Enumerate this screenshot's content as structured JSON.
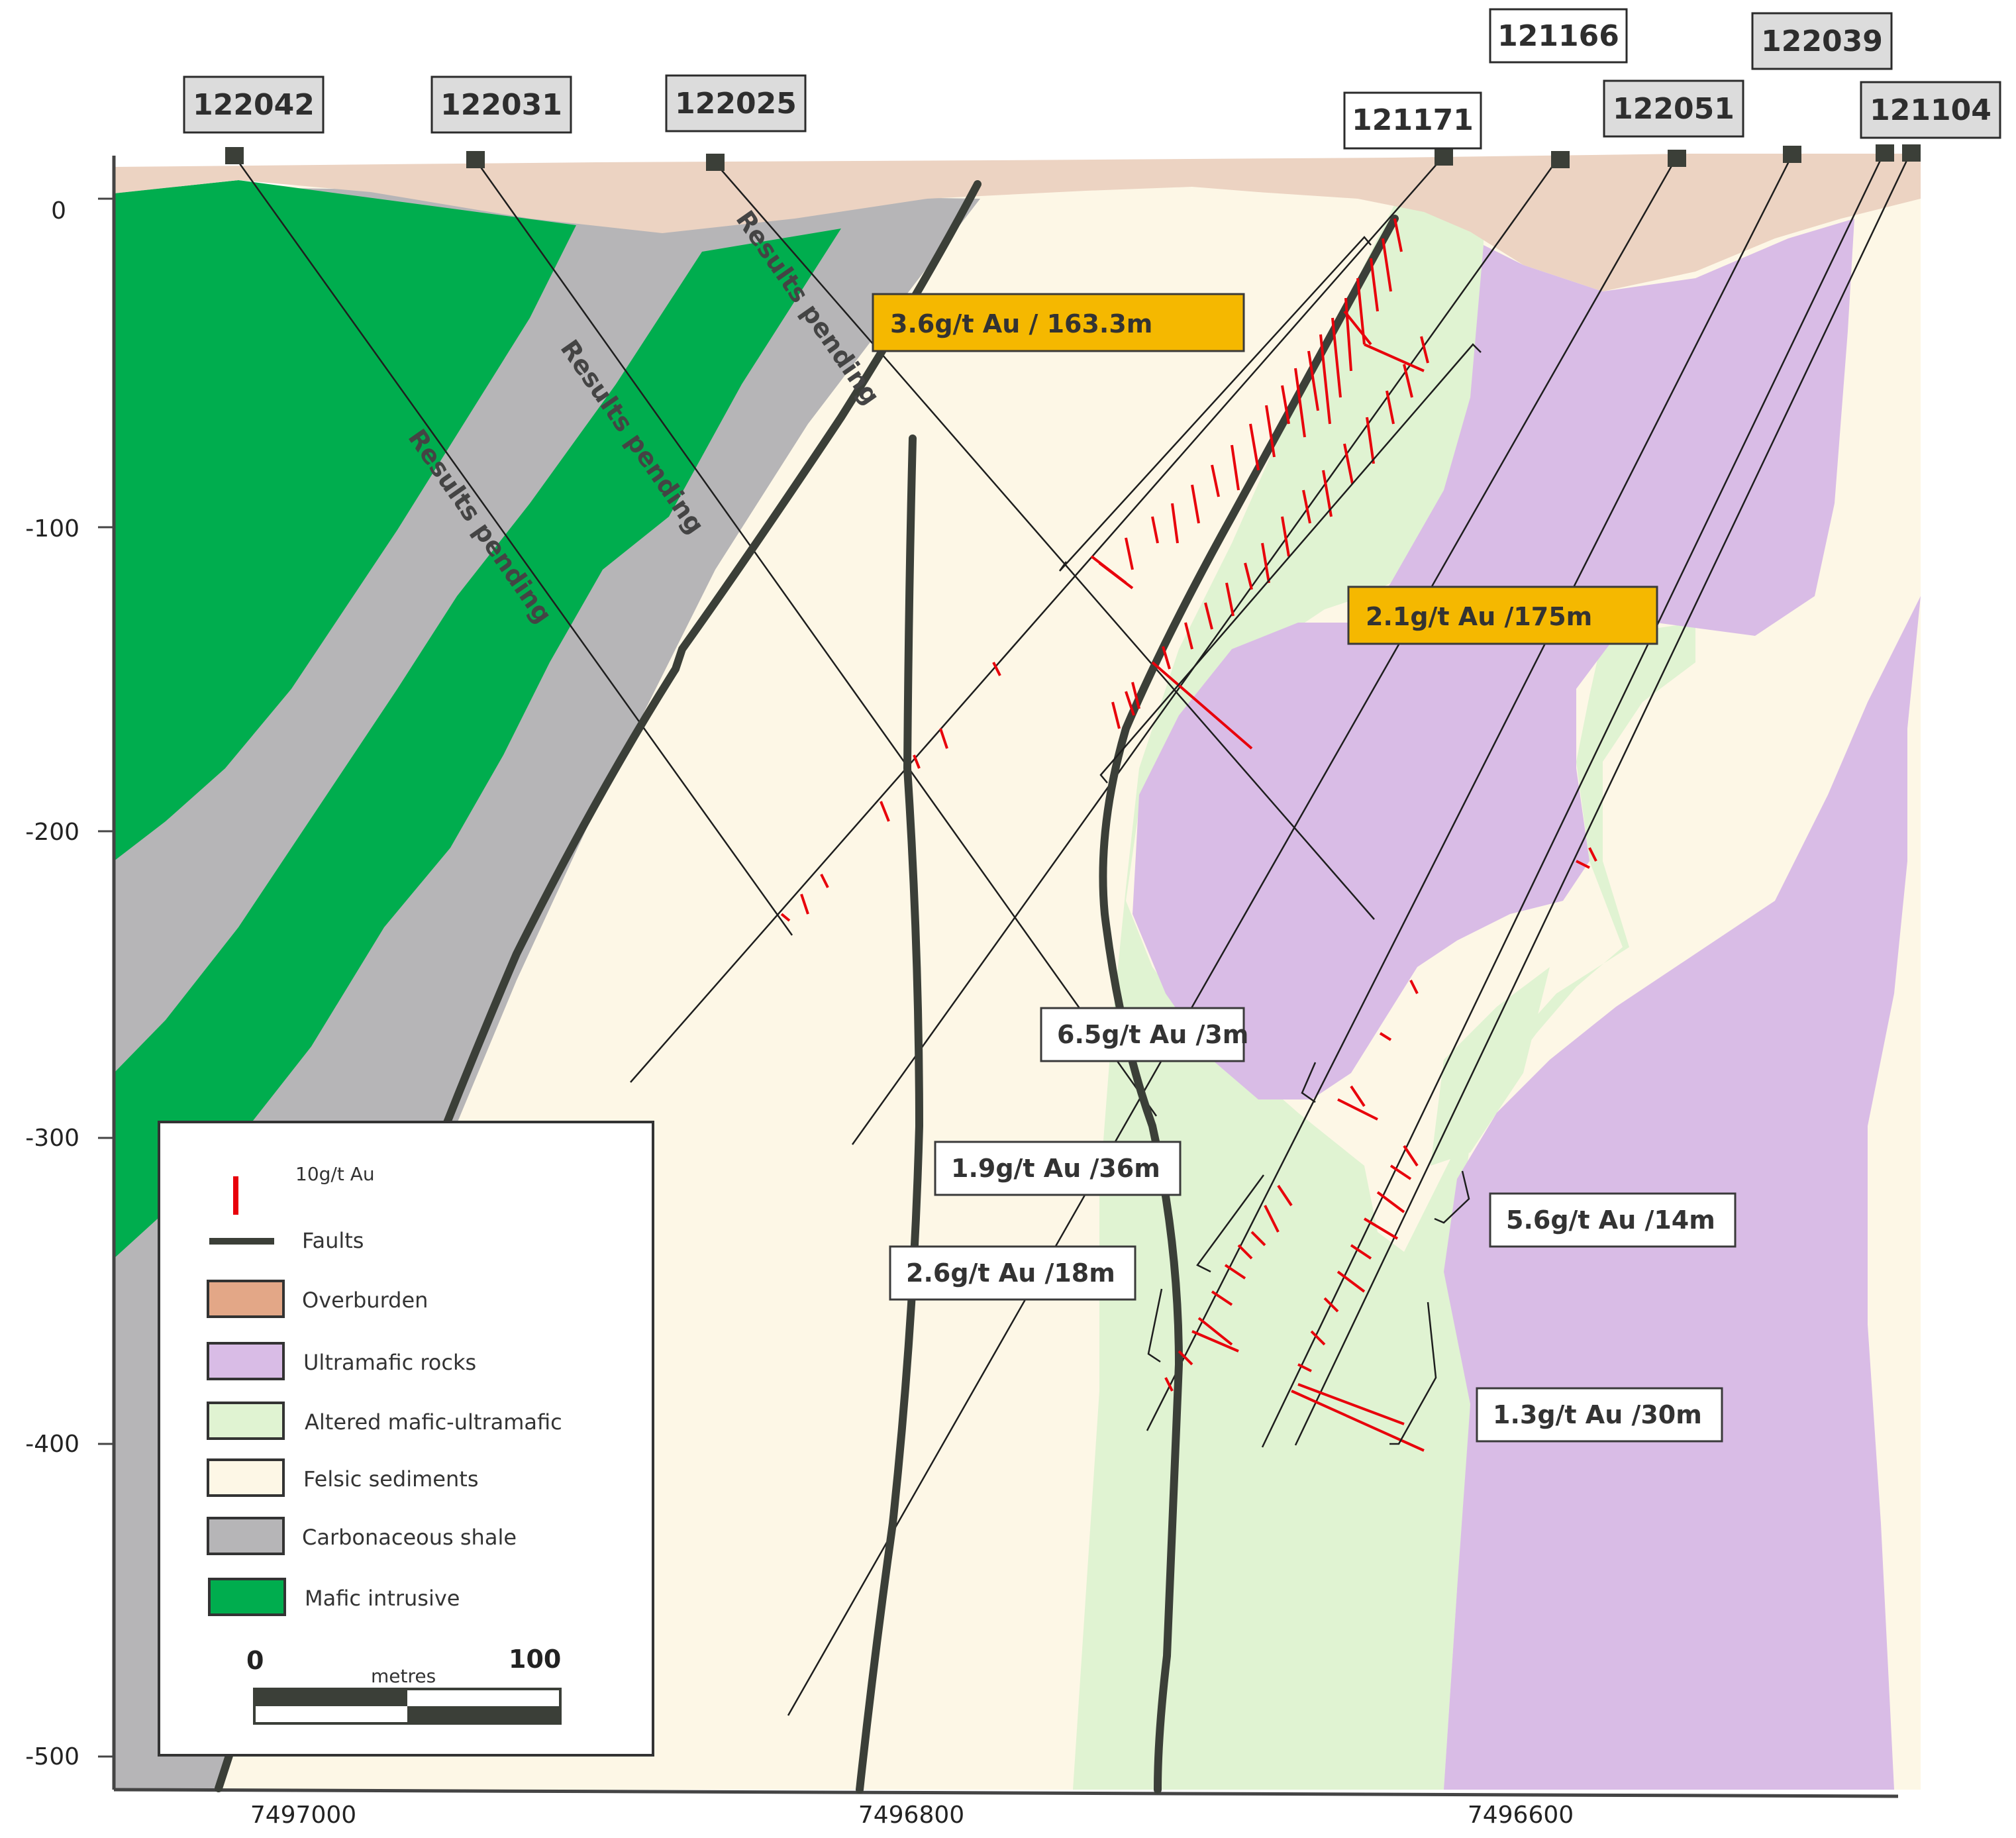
{
  "colors": {
    "overburden": "#ecd3c2",
    "ultramafic": "#d9bce6",
    "altered": "#e0f3d2",
    "felsic": "#fdf7e6",
    "shale": "#b6b5b7",
    "mafic": "#00ad4e",
    "fault": "#3b3f38",
    "assay": "#e8000b",
    "highlight": "#f5b800"
  },
  "y_axis": {
    "ticks": [
      "0",
      "-100",
      "-200",
      "-300",
      "-400",
      "-500"
    ]
  },
  "x_axis": {
    "ticks": [
      "7497000",
      "7496800",
      "7496600"
    ]
  },
  "drill_holes": [
    "122042",
    "122031",
    "122025",
    "121166",
    "121171",
    "122051",
    "122039",
    "121104"
  ],
  "pending_label": "Results pending",
  "intercepts": [
    "3.6g/t Au / 163.3m",
    "2.1g/t Au /175m",
    "6.5g/t Au /3m",
    "1.9g/t Au /36m",
    "2.6g/t Au /18m",
    "5.6g/t Au /14m",
    "1.3g/t Au /30m"
  ],
  "legend": {
    "assay": "10g/t Au",
    "faults": "Faults",
    "units": [
      "Overburden",
      "Ultramafic rocks",
      "Altered mafic-ultramafic",
      "Felsic sediments",
      "Carbonaceous shale",
      "Mafic intrusive"
    ]
  },
  "scale": {
    "min": "0",
    "max": "100",
    "unit": "metres"
  }
}
